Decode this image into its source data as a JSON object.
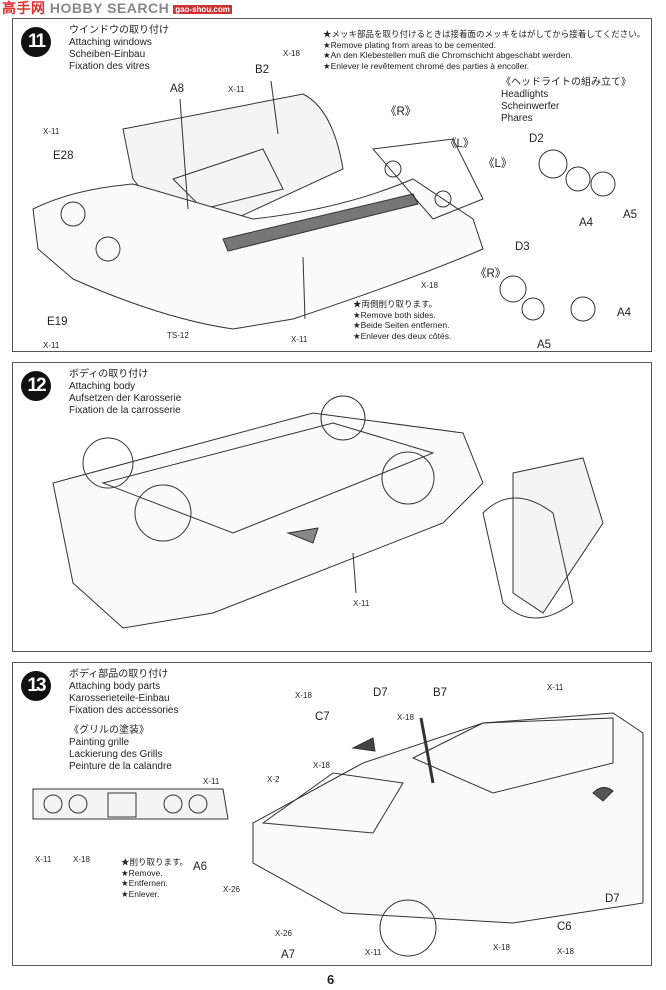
{
  "watermark": {
    "brand": "HOBBY SEARCH",
    "cn": "高手网",
    "url": "gao-shou.com"
  },
  "steps": [
    {
      "number": "11",
      "title": [
        "ウインドウの取り付け",
        "Attaching windows",
        "Scheiben-Einbau",
        "Fixation des vitres"
      ],
      "notes": [
        "★メッキ部品を取り付けるときは接着面のメッキをはがしてから接着してください。",
        "★Remove plating from areas to be cemented.",
        "★An den Klebestellen muß die Chromschicht abgeschabt werden.",
        "★Enlever le revêtement chromé des parties à encoller."
      ],
      "headlights": [
        "《ヘッドライトの組み立て》",
        "Headlights",
        "Scheinwerfer",
        "Phares"
      ],
      "remove_note": [
        "★両側削り取ります。",
        "★Remove both sides.",
        "★Beide Seiten entfernen.",
        "★Enlever des deux côtés."
      ],
      "labels": [
        "X-18",
        "B2",
        "A8",
        "X-11",
        "《R》",
        "《L》",
        "《L》",
        "D2",
        "A4",
        "A5",
        "X-11",
        "E28",
        "X-18",
        "D3",
        "《R》",
        "A4",
        "A5",
        "E19",
        "X-11",
        "TS-12",
        "X-11"
      ]
    },
    {
      "number": "12",
      "title": [
        "ボディの取り付け",
        "Attaching body",
        "Aufsetzen der Karosserie",
        "Fixation de la carrosserie"
      ],
      "labels": [
        "X-11"
      ]
    },
    {
      "number": "13",
      "title": [
        "ボディ部品の取り付け",
        "Attaching body parts",
        "Karosserieteile-Einbau",
        "Fixation des accessories"
      ],
      "grille": [
        "《グリルの塗装》",
        "Painting grille",
        "Lackierung des Grills",
        "Peinture de la calandre"
      ],
      "remove_note": [
        "★削り取ります。",
        "★Remove.",
        "★Entfernen.",
        "★Enlever."
      ],
      "labels": [
        "X-18",
        "D7",
        "B7",
        "X-11",
        "C7",
        "X-18",
        "X-11",
        "X-18",
        "X-2",
        "X-11",
        "X-18",
        "A6",
        "X-26",
        "X-26",
        "A7",
        "X-11",
        "X-18",
        "C6",
        "X-18",
        "D7"
      ]
    }
  ],
  "page_number": "6"
}
